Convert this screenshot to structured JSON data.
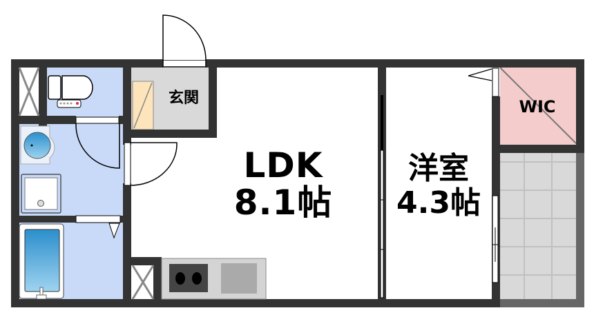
{
  "floor_plan": {
    "rooms": {
      "ldk": {
        "name": "LDK",
        "area": "8.1帖"
      },
      "western_room": {
        "name": "洋室",
        "area": "4.3帖"
      },
      "entrance": {
        "name": "玄関"
      },
      "wic": {
        "name": "WIC"
      }
    },
    "fixtures": [
      "toilet-icon",
      "washbasin-icon",
      "washing-machine-pan-icon",
      "bathtub-icon",
      "stove-icon",
      "sink-icon",
      "shoe-cabinet-icon",
      "balcony"
    ],
    "colors": {
      "wall": "#333333",
      "wet_area": "#c9daf8",
      "entrance_floor": "#d9d9d9",
      "shoe_cabinet": "#fde4bb",
      "wic_floor": "#f4cccc",
      "balcony_floor": "#d9d9d9",
      "balcony_wall": "#666666",
      "kitchen_counter": "#d4d4d4"
    }
  }
}
